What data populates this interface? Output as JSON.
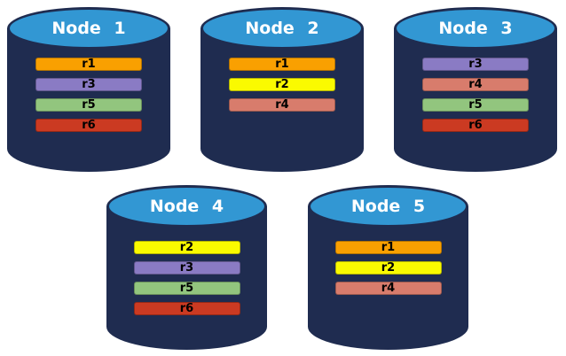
{
  "diagram": {
    "description_colors": {
      "background": "#FFFFFF",
      "cylinder_body": "#1F2C50",
      "cylinder_top": "#3297D3",
      "node_label_text": "#FFFFFF",
      "replica_label_text": "#000000"
    },
    "replica_colors": {
      "r1": "#F9A001",
      "r2": "#FAFA00",
      "r3": "#8A7BC4",
      "r4": "#D87C6C",
      "r5": "#92C57E",
      "r6": "#CB3A22"
    },
    "nodes": [
      {
        "label": "Node 1",
        "replicas": [
          "r1",
          "r3",
          "r5",
          "r6"
        ]
      },
      {
        "label": "Node 2",
        "replicas": [
          "r1",
          "r2",
          "r4"
        ]
      },
      {
        "label": "Node 3",
        "replicas": [
          "r3",
          "r4",
          "r5",
          "r6"
        ]
      },
      {
        "label": "Node 4",
        "replicas": [
          "r2",
          "r3",
          "r5",
          "r6"
        ]
      },
      {
        "label": "Node 5",
        "replicas": [
          "r1",
          "r2",
          "r4"
        ]
      }
    ]
  }
}
